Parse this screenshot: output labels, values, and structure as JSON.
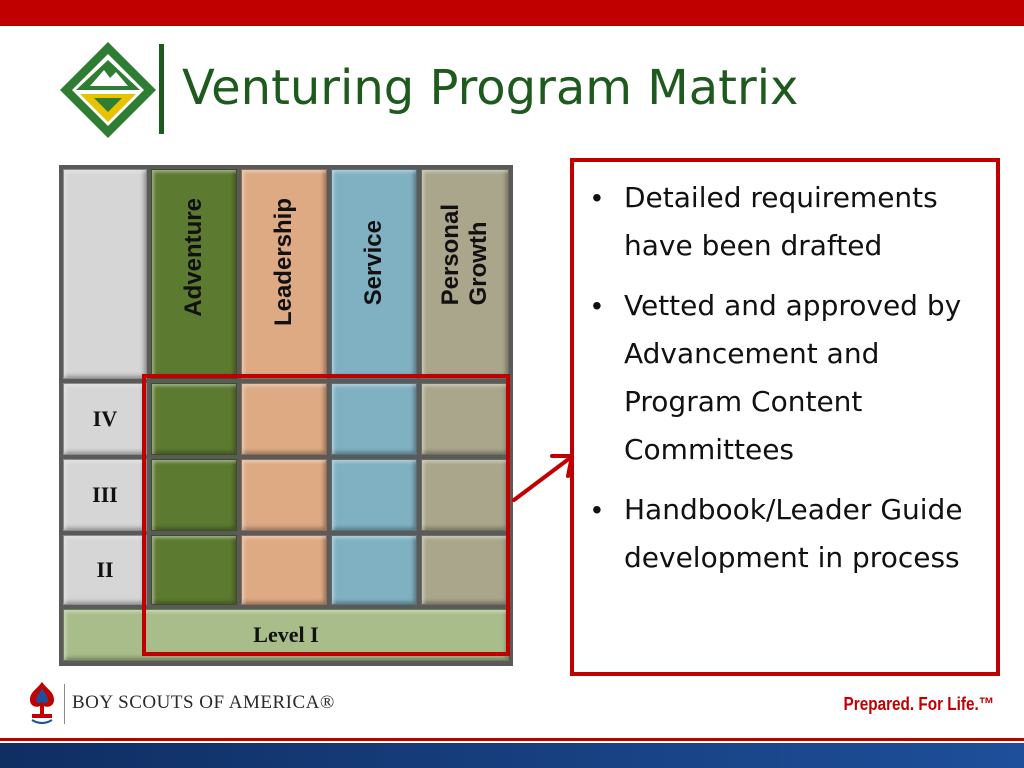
{
  "slide": {
    "title": "Venturing Program Matrix"
  },
  "matrix": {
    "columns": [
      "Adventure",
      "Leadership",
      "Service",
      "Personal Growth"
    ],
    "personal_growth_line1": "Personal",
    "personal_growth_line2": "Growth",
    "rows": [
      "IV",
      "III",
      "II"
    ],
    "base_level": "Level I"
  },
  "bullets": [
    "Detailed requirements have been drafted",
    "Vetted and approved by Advancement and Program Content Committees",
    "Handbook/Leader Guide development in process"
  ],
  "bullet_glyph": "•",
  "footer": {
    "org_name": "BOY SCOUTS OF AMERICA®",
    "tagline": "Prepared. For Life.™"
  },
  "colors": {
    "accent_red": "#c00000",
    "title_green": "#1e5a1e",
    "adventure": "#5c7a30",
    "leadership": "#deaa84",
    "service": "#7fb1c2",
    "personal_growth": "#aaa68c",
    "level_one": "#a9bd8a",
    "footer_blue": "#1e4f9a"
  }
}
